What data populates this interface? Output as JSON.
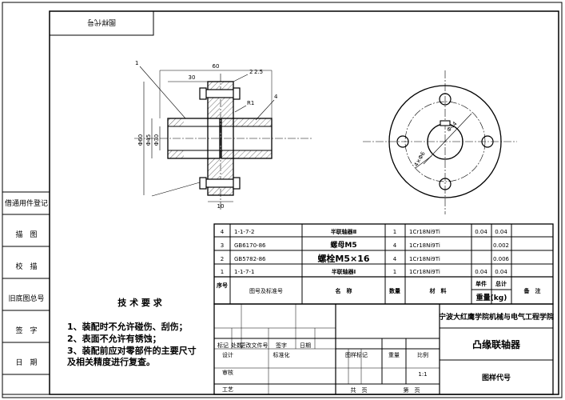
{
  "header_box": "图样代号",
  "side_labels": [
    "借通用件登记",
    "描　图",
    "校　描",
    "旧底图总号",
    "签　字",
    "日　期"
  ],
  "dims": {
    "overall": "60",
    "half": "30",
    "d_outer": "Φ60",
    "d_inner": "Φ45",
    "d_bore": "Φ30",
    "small": "2",
    "chamfer": "2.5",
    "radius": "R1",
    "bottom": "10",
    "leader1": "1",
    "leader4": "4",
    "pcd": "Φ44",
    "holes": "4×Φ6"
  },
  "bom": {
    "rows": [
      [
        "4",
        "1-1-7-2",
        "半联轴器Ⅱ",
        "1",
        "1Cr18Ni9Ti",
        "0.04",
        "0.04"
      ],
      [
        "3",
        "GB6170-86",
        "螺母M5",
        "4",
        "1Cr18Ni9Ti",
        "",
        "0.002"
      ],
      [
        "2",
        "GB5782-86",
        "螺栓M5×16",
        "4",
        "1Cr18Ni9Ti",
        "",
        "0.006"
      ],
      [
        "1",
        "1-1-7-1",
        "半联轴器Ⅰ",
        "1",
        "1Cr18Ni9Ti",
        "0.04",
        "0.04"
      ]
    ],
    "header": {
      "seq": "序号",
      "code": "图号及标准号",
      "name": "名　称",
      "qty": "数量",
      "material": "材　料",
      "unit": "单件",
      "total": "总计",
      "weight": "重量(kg)",
      "remark": "备　注"
    }
  },
  "tech": {
    "title": "技 术 要 求",
    "items": [
      "1、装配时不允许碰伤、刮伤；",
      "2、表面不允许有锈蚀；",
      "3、装配前应对零部件的主要尺寸",
      "及相关精度进行复查。"
    ]
  },
  "title_block": {
    "school": "宁波大红鹰学院机械与电气工程学院",
    "drawing_name": "凸缘联轴器",
    "drawing_code": "图样代号",
    "labels": {
      "mark": "标记",
      "count": "处数",
      "doc": "更改文件号",
      "sign": "签字",
      "date": "日期",
      "design": "设计",
      "std": "标准化",
      "stage": "图样标记",
      "weight": "重量",
      "scale": "比例",
      "review": "审核",
      "craft": "工艺",
      "sheet_total": "共　页",
      "sheet": "第　页"
    },
    "scale_value": "1:1"
  }
}
